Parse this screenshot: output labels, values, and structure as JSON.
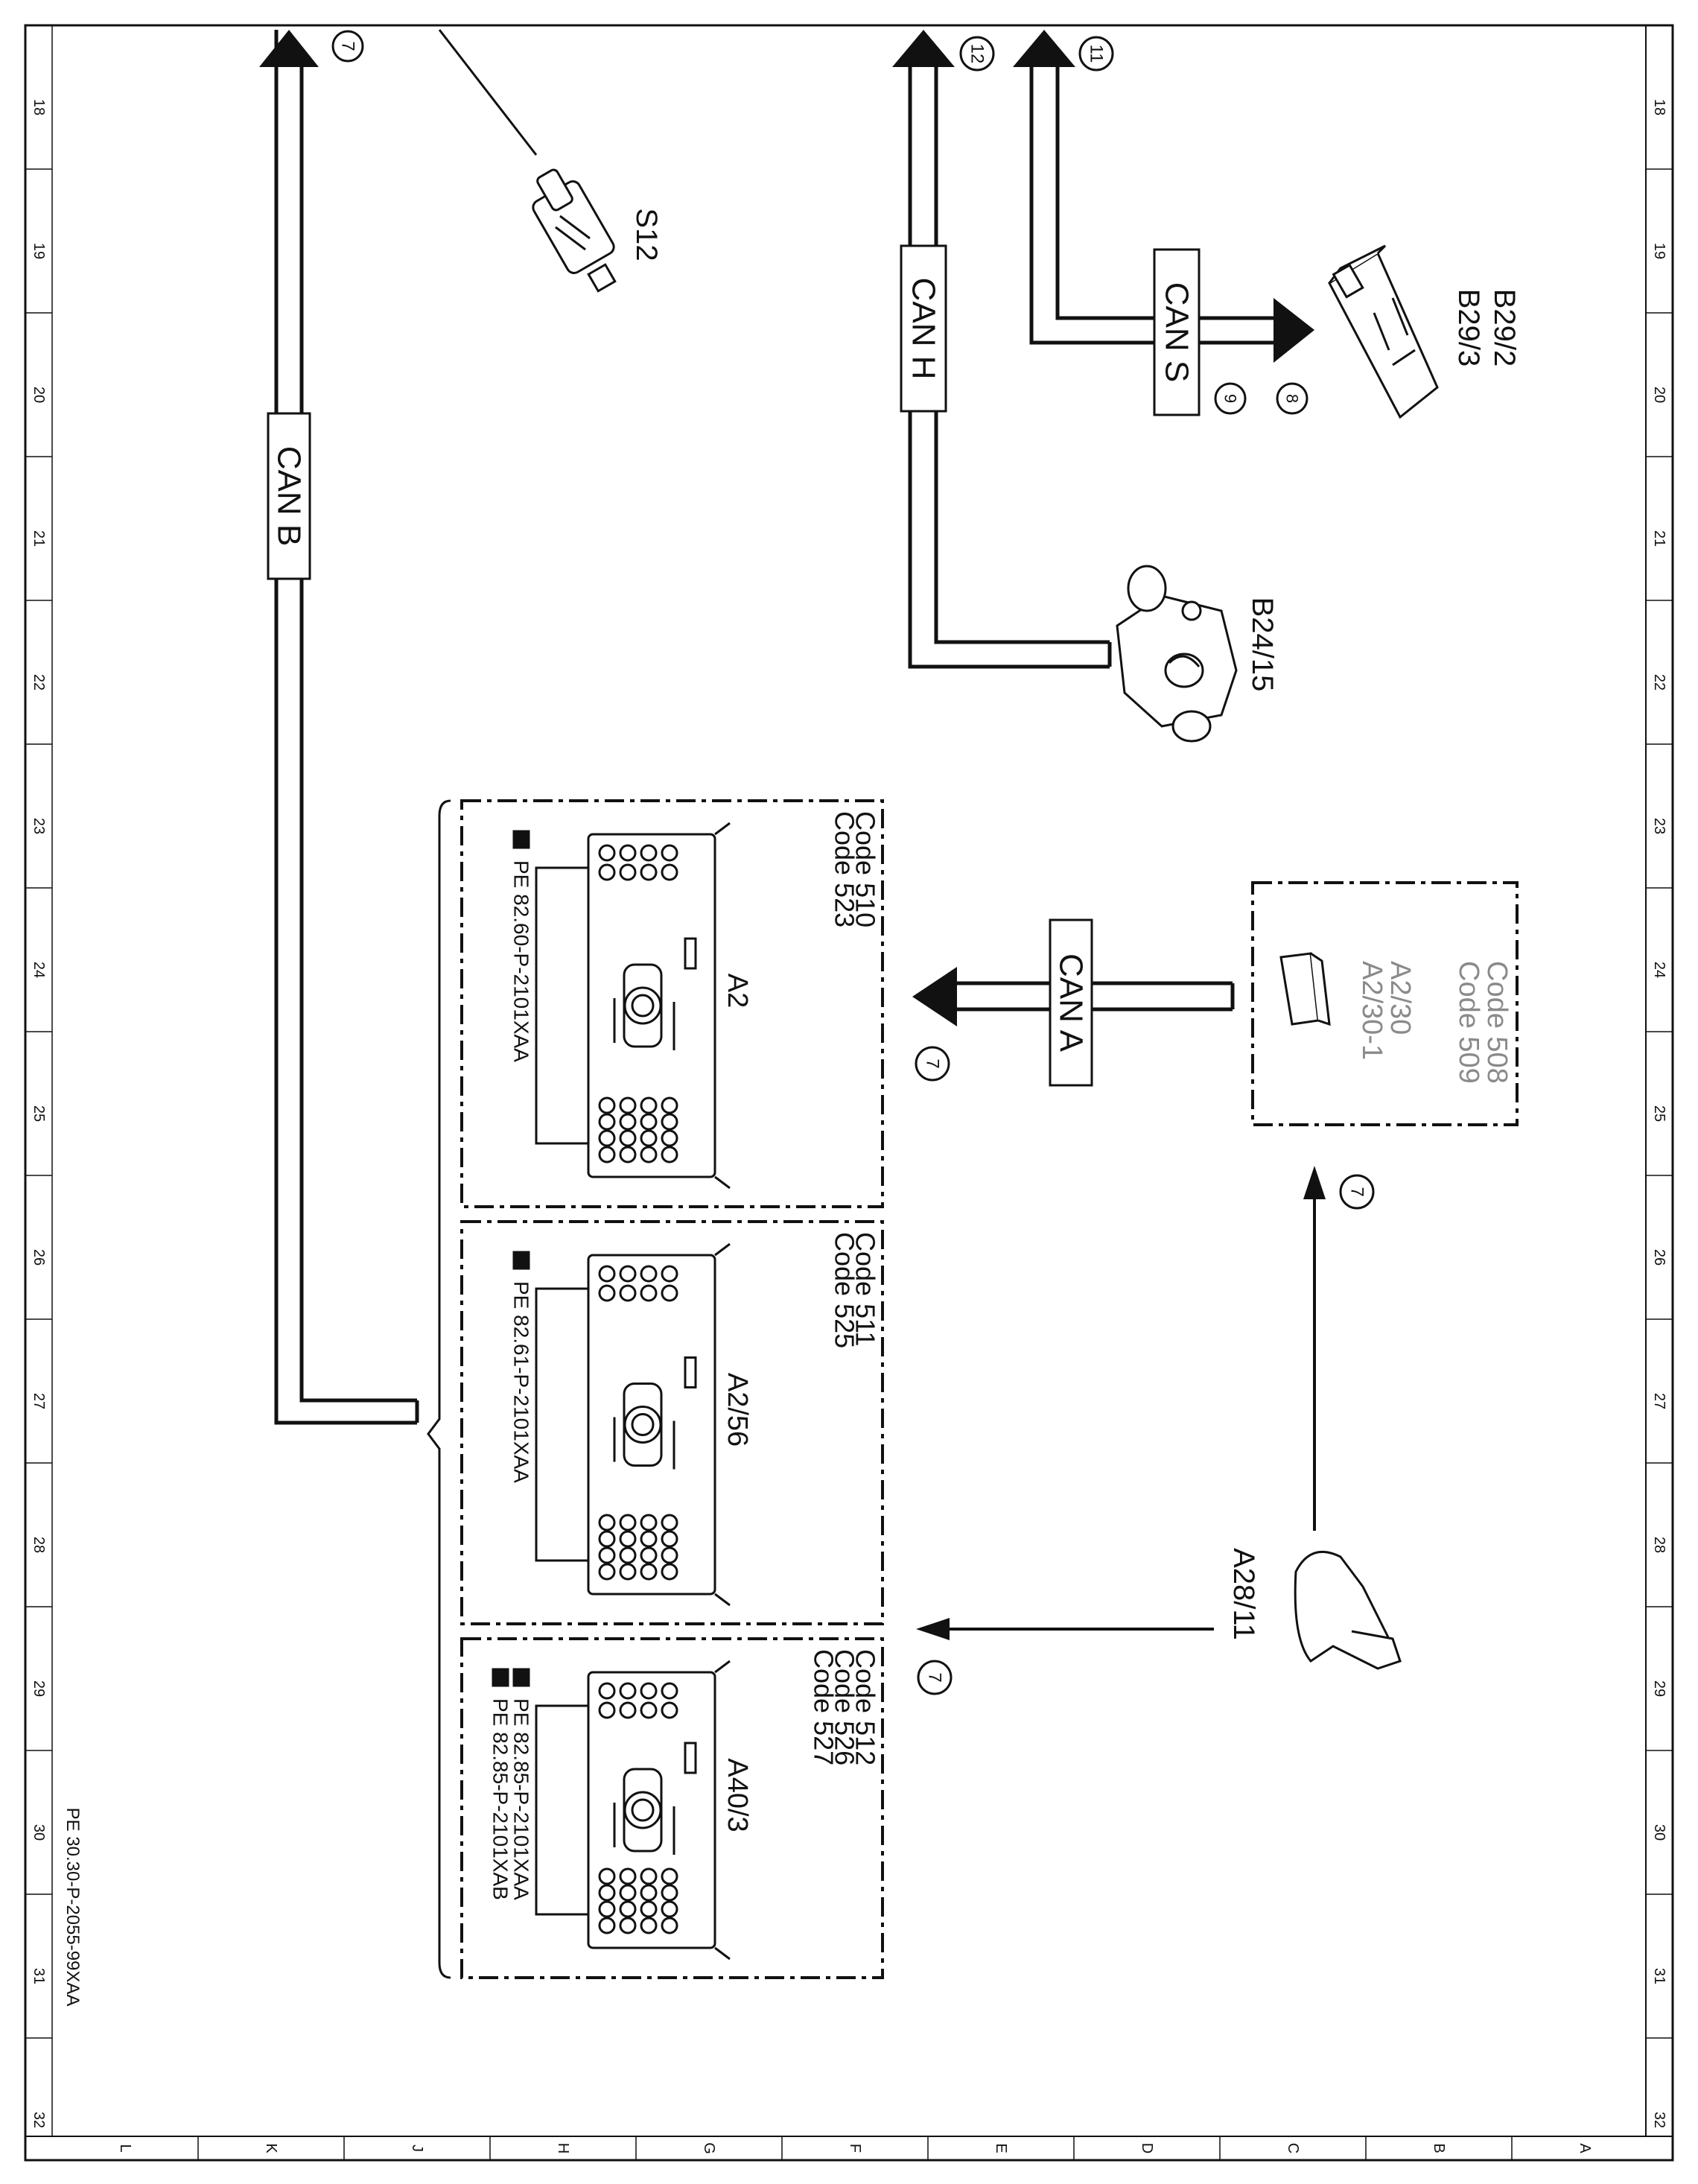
{
  "grid": {
    "rows": [
      "18",
      "19",
      "20",
      "21",
      "22",
      "23",
      "24",
      "25",
      "26",
      "27",
      "28",
      "29",
      "30",
      "31",
      "32"
    ],
    "cols": [
      "L",
      "K",
      "J",
      "H",
      "G",
      "F",
      "E",
      "D",
      "C",
      "B",
      "A"
    ]
  },
  "doc_id": "PE 30.30-P-2055-99XAA",
  "buses": {
    "can_b": "CAN B",
    "can_h": "CAN H",
    "can_s": "CAN S",
    "can_a": "CAN A"
  },
  "markers": {
    "m7": "7",
    "m12": "12",
    "m11": "11",
    "m8": "8",
    "m9": "9"
  },
  "components": {
    "s12": "S12",
    "b29_2": "B29/2",
    "b29_3": "B29/3",
    "b24_15": "B24/15",
    "a2_30": "A2/30",
    "a2_30_1": "A2/30-1",
    "a28_11": "A28/11"
  },
  "units": [
    {
      "name": "A2",
      "codes": [
        "Code  510",
        "Code  523"
      ],
      "refs": [
        "PE  82.60-P-2101XAA"
      ]
    },
    {
      "name": "A2/56",
      "codes": [
        "Code  511",
        "Code  525"
      ],
      "refs": [
        "PE  82.61-P-2101XAA"
      ]
    },
    {
      "name": "A40/3",
      "codes": [
        "Code  512",
        "Code  526",
        "Code  527"
      ],
      "refs": [
        "PE  82.85-P-2101XAA",
        "PE  82.85-P-2101XAB"
      ]
    }
  ],
  "gray_codes": [
    "Code  508",
    "Code  509"
  ],
  "colors": {
    "line": "#111111",
    "gray": "#8a8a8a",
    "background": "#ffffff"
  }
}
